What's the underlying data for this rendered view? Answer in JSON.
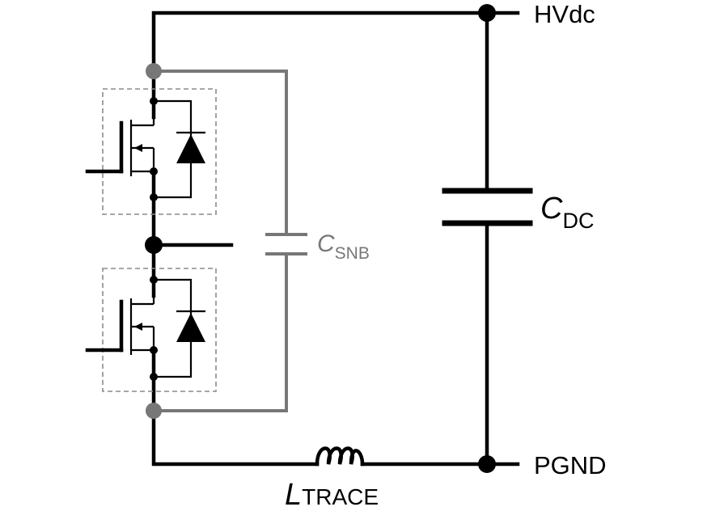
{
  "labels": {
    "hvdc": "HVdc",
    "pgnd": "PGND",
    "cdc_main": "C",
    "cdc_sub": "DC",
    "csnb_main": "C",
    "csnb_sub": "SNB",
    "ltrace_main": "L",
    "ltrace_sub": "TRACE"
  },
  "colors": {
    "wire": "#000000",
    "snubber": "#777777",
    "module_outline": "#8a8a8a"
  }
}
